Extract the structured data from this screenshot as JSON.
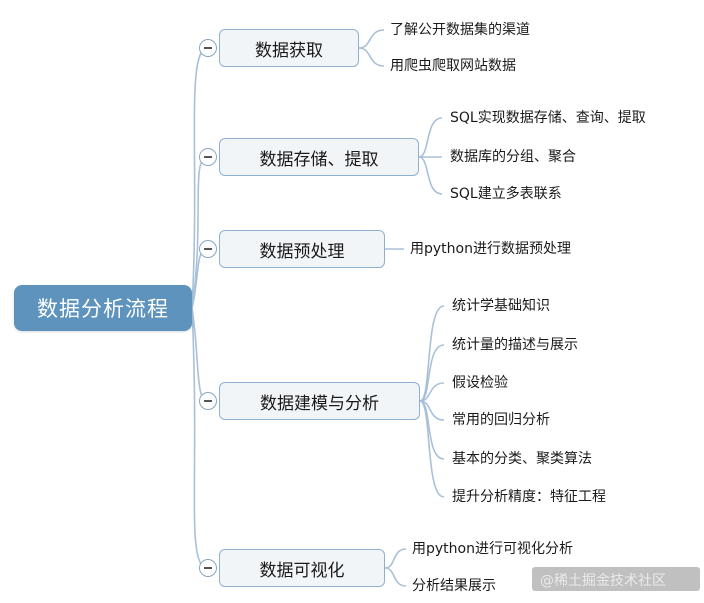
{
  "root": "数据分析流程",
  "branches": [
    {
      "label": "数据获取",
      "leaves": [
        "了解公开数据集的渠道",
        "用爬虫爬取网站数据"
      ]
    },
    {
      "label": "数据存储、提取",
      "leaves": [
        "SQL实现数据存储、查询、提取",
        "数据库的分组、聚合",
        "SQL建立多表联系"
      ]
    },
    {
      "label": "数据预处理",
      "leaves": [
        "用python进行数据预处理"
      ]
    },
    {
      "label": "数据建模与分析",
      "leaves": [
        "统计学基础知识",
        "统计量的描述与展示",
        "假设检验",
        "常用的回归分析",
        "基本的分类、聚类算法",
        "提升分析精度：特征工程"
      ]
    },
    {
      "label": "数据可视化",
      "leaves": [
        "用python进行可视化分析",
        "分析结果展示"
      ]
    }
  ],
  "watermark": "@稀土掘金技术社区",
  "colors": {
    "root_fill": "#5e93bd",
    "branch_border": "#8fb0cf",
    "line": "#a9c1d8"
  }
}
